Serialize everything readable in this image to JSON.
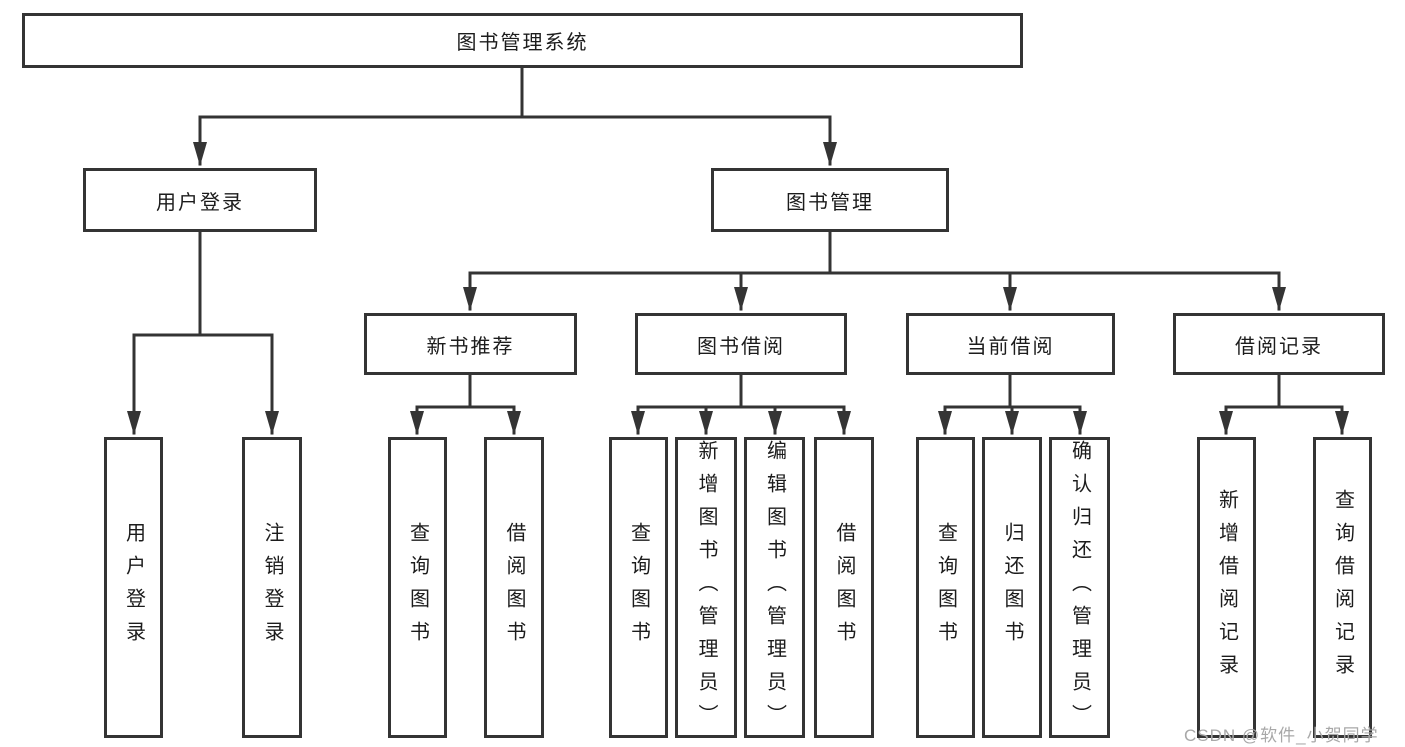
{
  "diagram_title": "图书管理系统",
  "colors": {
    "line": "#343434",
    "box_border": "#343434",
    "box_background": "#ffffff",
    "text": "#1c1c1c",
    "watermark": "#a8a8a8"
  },
  "tree": {
    "root": {
      "label": "图书管理系统"
    },
    "children": [
      {
        "label": "用户登录",
        "children": [
          {
            "label": "用户登录"
          },
          {
            "label": "注销登录"
          }
        ]
      },
      {
        "label": "图书管理",
        "children": [
          {
            "label": "新书推荐",
            "children": [
              {
                "label": "查询图书"
              },
              {
                "label": "借阅图书"
              }
            ]
          },
          {
            "label": "图书借阅",
            "children": [
              {
                "label": "查询图书"
              },
              {
                "label": "新增图书（管理员）"
              },
              {
                "label": "编辑图书（管理员）"
              },
              {
                "label": "借阅图书"
              }
            ]
          },
          {
            "label": "当前借阅",
            "children": [
              {
                "label": "查询图书"
              },
              {
                "label": "归还图书"
              },
              {
                "label": "确认归还（管理员）"
              }
            ]
          },
          {
            "label": "借阅记录",
            "children": [
              {
                "label": "新增借阅记录"
              },
              {
                "label": "查询借阅记录"
              }
            ]
          }
        ]
      }
    ]
  },
  "watermark": {
    "text": "CSDN @软件_小贺同学"
  }
}
